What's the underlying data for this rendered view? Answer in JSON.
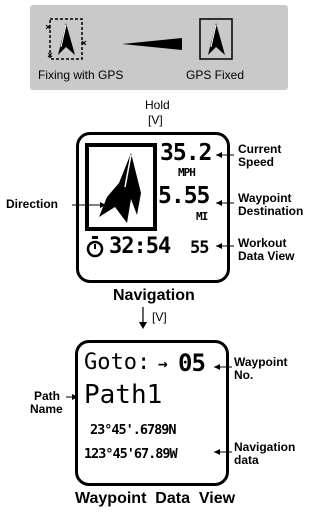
{
  "top_panel": {
    "left_caption": "Fixing with GPS",
    "right_caption": "GPS Fixed"
  },
  "hold_label": "Hold",
  "hold_key": "[V]",
  "nav_watch": {
    "speed_value": "35.2",
    "speed_unit": "MPH",
    "distance_value": "5.55",
    "distance_unit": "MI",
    "workout_time": "32:54",
    "workout_seconds": "55"
  },
  "callouts": {
    "current_speed_line1": "Current",
    "current_speed_line2": "Speed",
    "waypoint_dest_line1": "Waypoint",
    "waypoint_dest_line2": "Destination",
    "workout_line1": "Workout",
    "workout_line2": "Data View",
    "direction": "Direction"
  },
  "navigation_title": "Navigation",
  "next_key": "[V]",
  "waypoint_watch": {
    "goto_label": "Goto:",
    "arrow": "→",
    "waypoint_number": "05",
    "path_name": "Path1",
    "latitude": "23°45'.6789N",
    "longitude": "123°45'67.89W"
  },
  "waypoint_callouts": {
    "waypoint_no_line1": "Waypoint",
    "waypoint_no_line2": "No.",
    "path_name_line1": "Path",
    "path_name_line2": "Name",
    "nav_data_line1": "Navigation",
    "nav_data_line2": "data"
  },
  "waypoint_title": "Waypoint  Data  View",
  "colors": {
    "panel_gray": "#c9c9c9",
    "ink": "#000000"
  }
}
